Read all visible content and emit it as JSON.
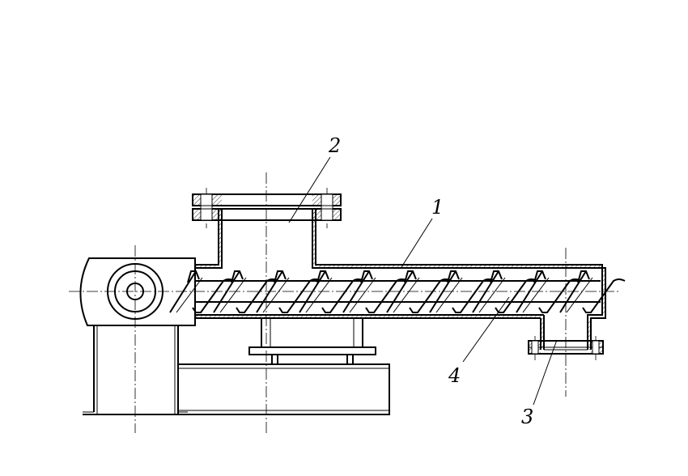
{
  "callouts": [
    {
      "id": "1",
      "text": "1"
    },
    {
      "id": "2",
      "text": "2"
    },
    {
      "id": "3",
      "text": "3"
    },
    {
      "id": "4",
      "text": "4"
    }
  ]
}
